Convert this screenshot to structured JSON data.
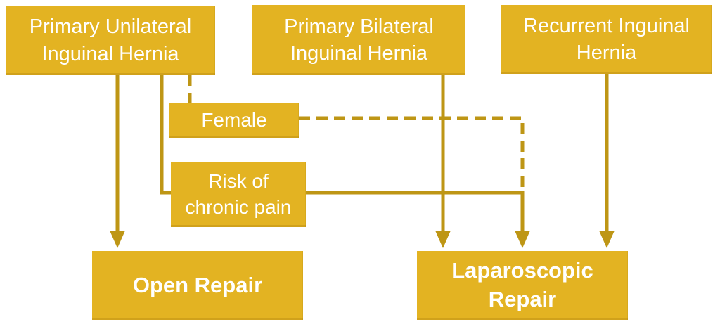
{
  "diagram": {
    "title": "Inguinal hernia repair decision flowchart",
    "colors": {
      "background": "#FFFFFF",
      "node_fill": "#E3B322",
      "line_color": "#BE9615",
      "text_color": "#FFFFFF"
    },
    "nodes": {
      "unilateral": {
        "label": "Primary Unilateral Inguinal Hernia"
      },
      "bilateral": {
        "label": "Primary Bilateral Inguinal Hernia"
      },
      "recurrent": {
        "label": "Recurrent Inguinal Hernia"
      },
      "female": {
        "label": "Female"
      },
      "risk": {
        "label": "Risk of chronic pain"
      },
      "open_repair": {
        "label": "Open Repair"
      },
      "laparoscopic": {
        "label": "Laparoscopic Repair"
      }
    },
    "connectors": [
      {
        "from": "unilateral",
        "to": "open_repair",
        "style": "solid",
        "arrow": true
      },
      {
        "from": "unilateral",
        "via": "risk",
        "to": "laparoscopic",
        "style": "solid",
        "arrow": true
      },
      {
        "from": "unilateral",
        "to": "female",
        "style": "dashed",
        "arrow": false
      },
      {
        "from": "female",
        "to": "laparoscopic",
        "style": "dashed",
        "arrow": false
      },
      {
        "from": "bilateral",
        "to": "laparoscopic",
        "style": "solid",
        "arrow": true
      },
      {
        "from": "recurrent",
        "to": "laparoscopic",
        "style": "solid",
        "arrow": true
      }
    ]
  }
}
